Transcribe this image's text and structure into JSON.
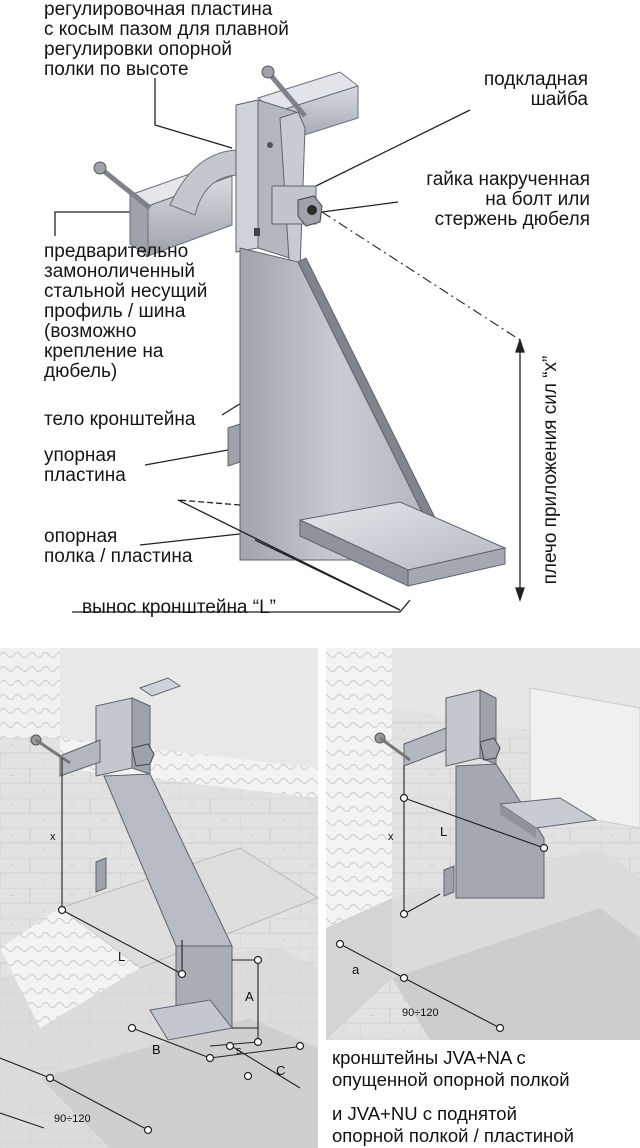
{
  "labels": {
    "adjust_plate": "регулировочная пластина\nс косым пазом для плавной\nрегулировки опорной\nполки по высоте",
    "washer": "подкладная\nшайба",
    "nut": "гайка накрученная\nна болт или\nстержень дюбеля",
    "profile": "предварительно\nзамоноличенный\nстальной несущий\nпрофиль / шина\n(возможно\nкрепление на\nдюбель)",
    "body": "тело кронштейна",
    "stop_plate": "упорная\nпластина",
    "support_shelf": "опорная\nполка / пластина",
    "offset": "вынос кронштейна “L”",
    "lever_arm": "плечо приложения сил “x”"
  },
  "dims": {
    "x": "x",
    "L": "L",
    "A": "A",
    "B": "B",
    "C": "C",
    "s": "s",
    "a": "a",
    "range": "90÷120"
  },
  "captions": {
    "line1": "кронштейны JVA+NA с",
    "line2": "опущенной опорной полкой",
    "line3": "и JVA+NU с поднятой",
    "line4": "опорной полкой / пластиной"
  },
  "colors": {
    "steel": "#b9bdc6",
    "steel_dark": "#8c919b",
    "steel_light": "#dfe2e8",
    "masonry": "#e3e3e3",
    "insulation": "#f2f2f2"
  }
}
